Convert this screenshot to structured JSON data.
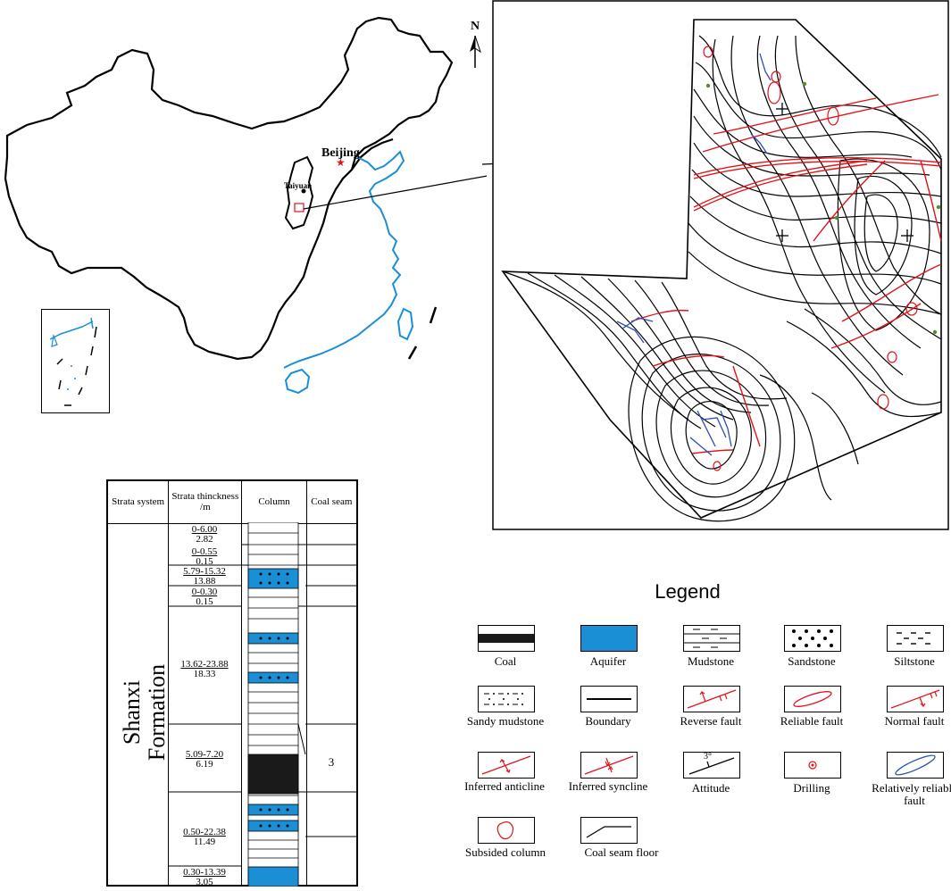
{
  "overview_map": {
    "city_beijing": "Beijing",
    "city_taiyuan": "Taiyuan",
    "north": "N"
  },
  "strata_table": {
    "headers": {
      "system": "Strata system",
      "thickness": "Strata thinckness /m",
      "column": "Column",
      "coal_seam": "Coal seam"
    },
    "formation": "Shanxi Formation",
    "coal_seam_number": "3",
    "layers": [
      {
        "range": "0-6.00",
        "avg": "2.82"
      },
      {
        "range": "0-0.55",
        "avg": "0.15"
      },
      {
        "range": "5.79-15.32",
        "avg": "13.88"
      },
      {
        "range": "0-0.30",
        "avg": "0.15"
      },
      {
        "range": "13.62-23.88",
        "avg": "18.33"
      },
      {
        "range": "5.09-7.20",
        "avg": "6.19"
      },
      {
        "range": "0.50-22.38",
        "avg": "11.49"
      },
      {
        "range": "0.30-13.39",
        "avg": "3.05"
      }
    ]
  },
  "legend": {
    "title": "Legend",
    "items": [
      "Coal",
      "Aquifer",
      "Mudstone",
      "Sandstone",
      "Siltstone",
      "Sandy mudstone",
      "Boundary",
      "Reverse fault",
      "Reliable fault",
      "Normal fault",
      "Inferred anticline",
      "Inferred syncline",
      "Attitude",
      "Drilling",
      "Relatively reliable fault",
      "Subsided column",
      "Coal seam floor"
    ],
    "attitude_angle": "3°"
  },
  "colors": {
    "aquifer": "#1a8fd6",
    "fault": "#e0141b",
    "coastline": "#1a8fd6",
    "karst": "#2a4fb0"
  }
}
